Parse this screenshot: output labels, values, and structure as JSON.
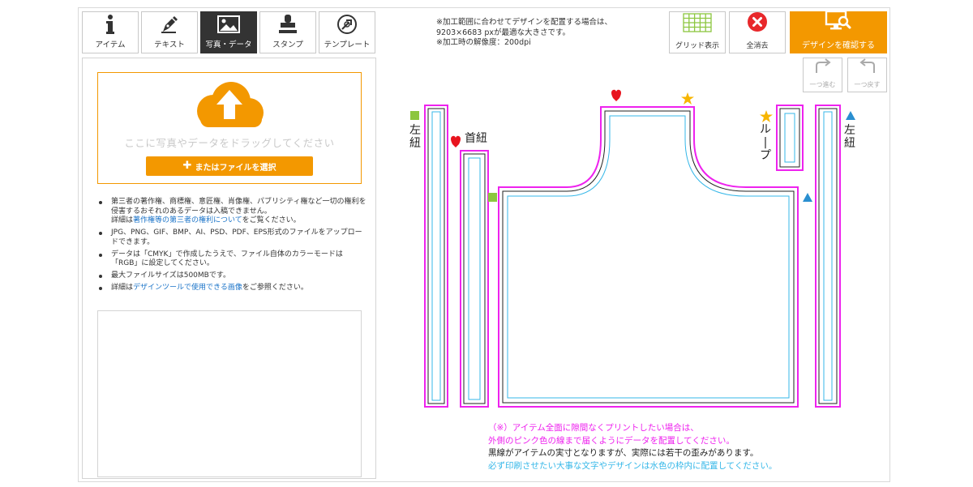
{
  "tabs": [
    {
      "label": "アイテム",
      "icon": "info-icon",
      "active": false
    },
    {
      "label": "テキスト",
      "icon": "pen-icon",
      "active": false
    },
    {
      "label": "写真・データ",
      "icon": "image-icon",
      "active": true
    },
    {
      "label": "スタンプ",
      "icon": "stamp-icon",
      "active": false
    },
    {
      "label": "テンプレート",
      "icon": "template-icon",
      "active": false
    }
  ],
  "upload": {
    "drop_text": "ここに写真やデータをドラッグしてください",
    "select_label": "またはファイルを選択"
  },
  "notes": [
    {
      "line1": "第三者の著作権、商標権、意匠権、肖像権、パブリシティ権など一切の権利を侵害するおそれのあるデータは入稿できません。",
      "pre": "詳細は",
      "link": "著作権等の第三者の権利について",
      "post": "をご覧ください。"
    },
    {
      "text": "JPG、PNG、GIF、BMP、AI、PSD、PDF、EPS形式のファイルをアップロードできます。"
    },
    {
      "text": "データは「CMYK」で作成したうえで、ファイル自体のカラーモードは「RGB」に設定してください。"
    },
    {
      "text": "最大ファイルサイズは500MBです。"
    },
    {
      "pre": "詳細は",
      "link": "デザインツールで使用できる画像",
      "post": "をご参照ください。"
    }
  ],
  "info": {
    "line1": "※加工範囲に合わせてデザインを配置する場合は、",
    "line2": "9203×6683 pxが最適な大きさです。",
    "line3": "※加工時の解像度：200dpi"
  },
  "toolbar": {
    "grid_label": "グリッド表示",
    "clear_label": "全消去",
    "confirm_label": "デザインを確認する",
    "redo_label": "一つ進む",
    "undo_label": "一つ戻す"
  },
  "canvas": {
    "left_tie_label": "左紐",
    "neck_tie_label": "首紐",
    "loop_label": "ループ",
    "right_tie_label": "左紐"
  },
  "footer": {
    "line1": "（※）アイテム全面に隙間なくプリントしたい場合は、",
    "line2": "外側のピンク色の線まで届くようにデータを配置してください。",
    "line3": "黒線がアイテムの実寸となりますが、実際には若干の歪みがあります。",
    "line4": "必ず印刷させたい大事な文字やデザインは水色の枠内に配置してください。"
  },
  "colors": {
    "accent": "#f39800",
    "pink": "#ee22ee",
    "cyan": "#35b7e8",
    "link": "#1a73c8",
    "clear_red": "#e8282b",
    "grid_green": "#8cc63f",
    "heart_red": "#e8141e",
    "star_yellow": "#f7b500",
    "triangle_blue": "#2a8fd0",
    "square_green": "#8cc63f"
  }
}
